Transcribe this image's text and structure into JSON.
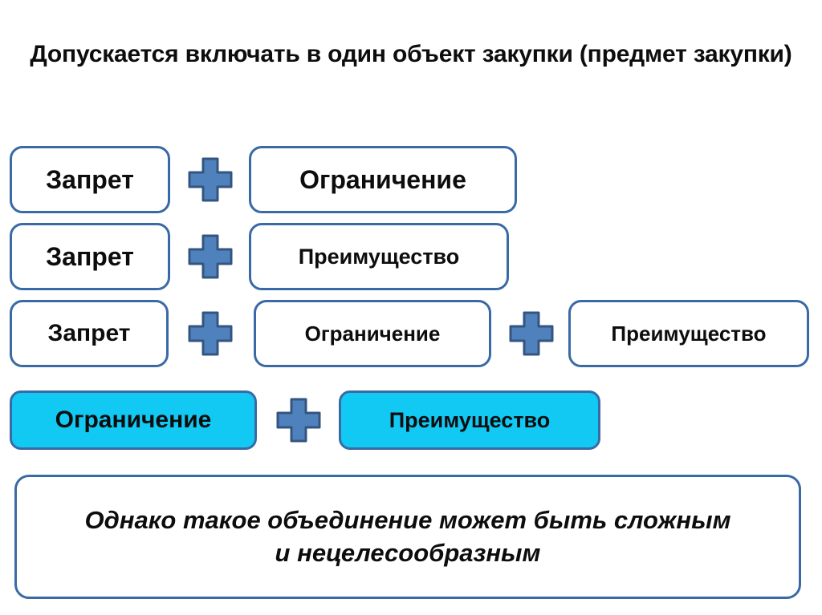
{
  "slide": {
    "title": "Допускается включать в один объект закупки (предмет закупки)",
    "background_color": "#ffffff",
    "accent_blue": "#4f81bd",
    "border_blue": "#3a6aa5",
    "highlight_cyan": "#12c9f4",
    "text_color": "#0d0d0d"
  },
  "combinations": [
    {
      "id": "row-1",
      "highlighted": false,
      "terms": [
        "Запрет",
        "Ограничение"
      ],
      "operators": [
        "plus"
      ]
    },
    {
      "id": "row-2",
      "highlighted": false,
      "terms": [
        "Запрет",
        "Преимущество"
      ],
      "operators": [
        "plus"
      ]
    },
    {
      "id": "row-3",
      "highlighted": false,
      "terms": [
        "Запрет",
        "Ограничение",
        "Преимущество"
      ],
      "operators": [
        "plus",
        "plus"
      ]
    },
    {
      "id": "row-4",
      "highlighted": true,
      "terms": [
        "Ограничение",
        "Преимущество"
      ],
      "operators": [
        "plus"
      ]
    }
  ],
  "note": {
    "line1": "Однако такое объединение может быть сложным",
    "line2": "и нецелесообразным",
    "full_text": "Однако такое объединение может быть сложным и нецелесообразным"
  },
  "icons": {
    "plus": "plus-icon"
  }
}
